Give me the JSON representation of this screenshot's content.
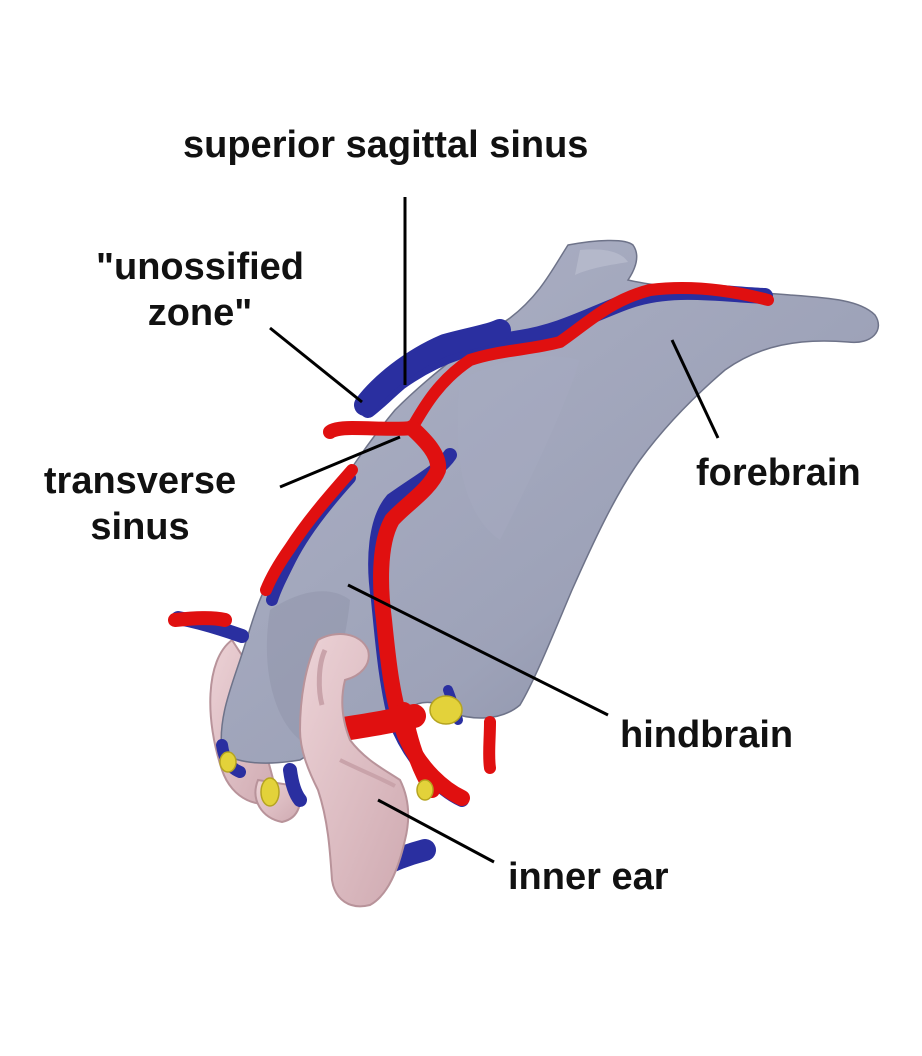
{
  "labels": {
    "superior_sagittal_sinus": "superior sagittal sinus",
    "unossified_zone_line1": "\"unossified",
    "unossified_zone_line2": "zone\"",
    "transverse_sinus_line1": "transverse",
    "transverse_sinus_line2": "sinus",
    "forebrain": "forebrain",
    "hindbrain": "hindbrain",
    "inner_ear": "inner ear"
  },
  "colors": {
    "background": "#ffffff",
    "brain": "#9da2b8",
    "brain_shade": "#7f849c",
    "artery": "#e01010",
    "vein": "#2a2fa0",
    "inner_ear": "#e3c3c8",
    "nerve_yellow": "#e3d23a",
    "text": "#111111",
    "leader_line": "#000000"
  }
}
